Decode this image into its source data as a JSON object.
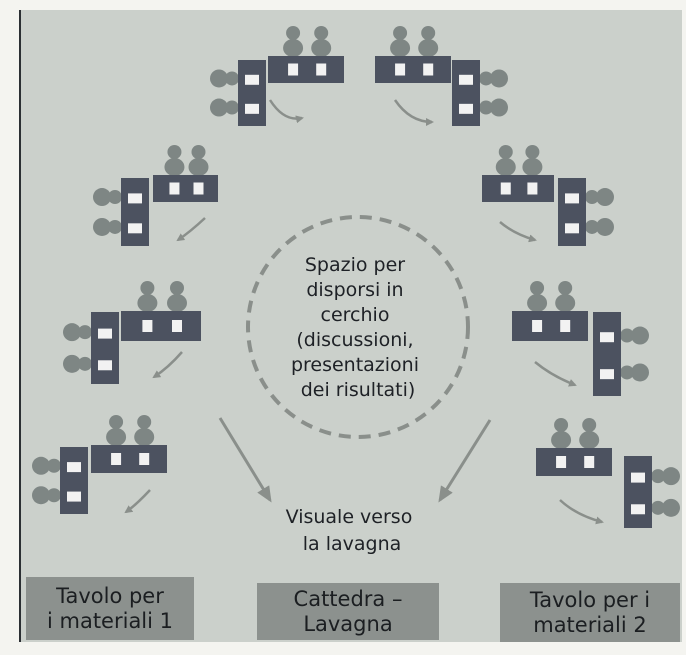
{
  "center_circle": {
    "lines": [
      "Spazio per",
      "disporsi in",
      "cerchio",
      "(discussioni,",
      "presentazioni",
      "dei risultati)"
    ]
  },
  "view_label": {
    "lines": [
      "Visuale verso",
      "la lavagna"
    ]
  },
  "bottom_boxes": [
    {
      "text": "Tavolo per\ni materiali 1"
    },
    {
      "text": "Cattedra –\nLavagna"
    },
    {
      "text": "Tavolo per i\nmateriali 2"
    }
  ],
  "colors": {
    "paper": "#cbd0cb",
    "desk": "#4c5260",
    "desk_slot": "#f2f2f2",
    "person": "#7e8684",
    "arrow": "#8a8f8b",
    "circle_dash": "#8a8f8b",
    "box": "#8c918e",
    "text": "#1e2126"
  }
}
